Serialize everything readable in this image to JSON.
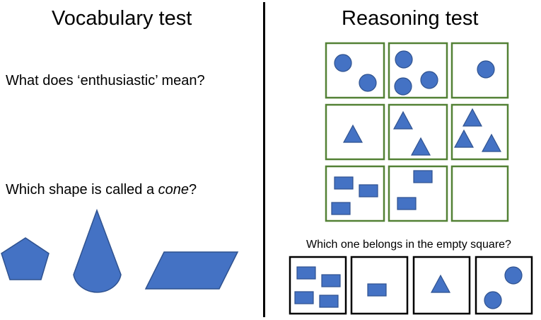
{
  "vocab": {
    "title": "Vocabulary test",
    "question1": "What does ‘enthusiastic’ mean?",
    "question2_prefix": "Which shape is called a ",
    "question2_emph": "cone",
    "question2_suffix": "?",
    "shapes": [
      "pentagon-shape",
      "cone-shape",
      "parallelogram-shape"
    ]
  },
  "reasoning": {
    "title": "Reasoning test",
    "options_question": "Which one belongs in the empty square?",
    "grid_cells": [
      {
        "shape": "circle",
        "count": 2
      },
      {
        "shape": "circle",
        "count": 3
      },
      {
        "shape": "circle",
        "count": 1
      },
      {
        "shape": "triangle",
        "count": 1
      },
      {
        "shape": "triangle",
        "count": 2
      },
      {
        "shape": "triangle",
        "count": 3
      },
      {
        "shape": "rectangle",
        "count": 3
      },
      {
        "shape": "rectangle",
        "count": 2
      },
      {
        "shape": "empty",
        "count": 0
      }
    ],
    "answer_options": [
      {
        "shape": "rectangle",
        "count": 4
      },
      {
        "shape": "rectangle",
        "count": 1
      },
      {
        "shape": "triangle",
        "count": 1
      },
      {
        "shape": "circle",
        "count": 2
      }
    ]
  },
  "colors": {
    "shape_fill": "#4472C4",
    "shape_stroke": "#2F528F",
    "grid_border": "#538135",
    "option_border": "#000000"
  }
}
